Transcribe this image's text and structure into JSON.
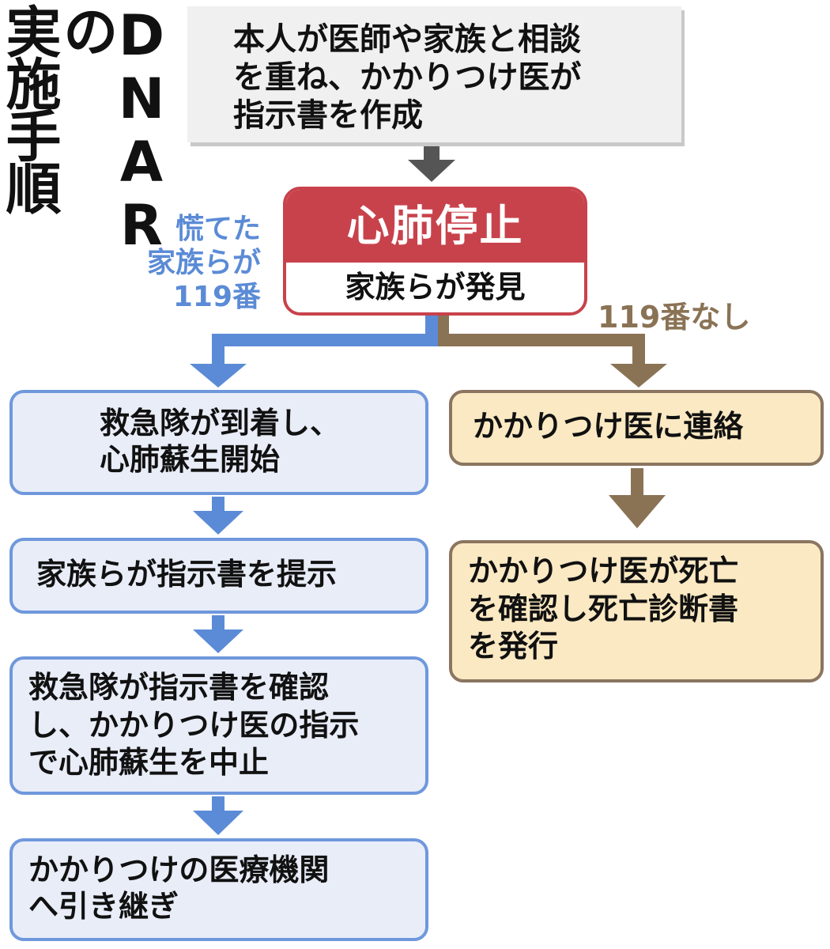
{
  "title": {
    "col1": "実施手順",
    "col2": "DNARの"
  },
  "top_box": {
    "lines": [
      "本人が医師や家族と相談",
      "を重ね、かかりつけ医が",
      "指示書を作成"
    ]
  },
  "arrest": {
    "title": "心肺停止",
    "subtitle": "家族らが発見"
  },
  "left_label": {
    "lines": [
      "慌てた",
      "家族らが",
      "119番"
    ]
  },
  "right_label": "119番なし",
  "left_steps": [
    {
      "lines": [
        "救急隊が到着し、",
        "心肺蘇生開始"
      ]
    },
    {
      "lines": [
        "家族らが指示書を提示"
      ]
    },
    {
      "lines": [
        "救急隊が指示書を確認",
        "し、かかりつけ医の指示",
        "で心肺蘇生を中止"
      ]
    },
    {
      "lines": [
        "かかりつけの医療機関",
        "へ引き継ぎ"
      ]
    }
  ],
  "right_steps": [
    {
      "lines": [
        "かかりつけ医に連絡"
      ]
    },
    {
      "lines": [
        "かかりつけ医が死亡",
        "を確認し死亡診断書",
        "を発行"
      ]
    }
  ],
  "colors": {
    "arrest_red": "#c8424b",
    "blue_border": "#6f98dc",
    "blue_fill": "#e8edf8",
    "blue_arrow": "#5b8bd6",
    "tan_border": "#8b7560",
    "tan_fill": "#fbe9c3",
    "tan_arrow": "#8a7355",
    "gray_arrow": "#555555"
  }
}
